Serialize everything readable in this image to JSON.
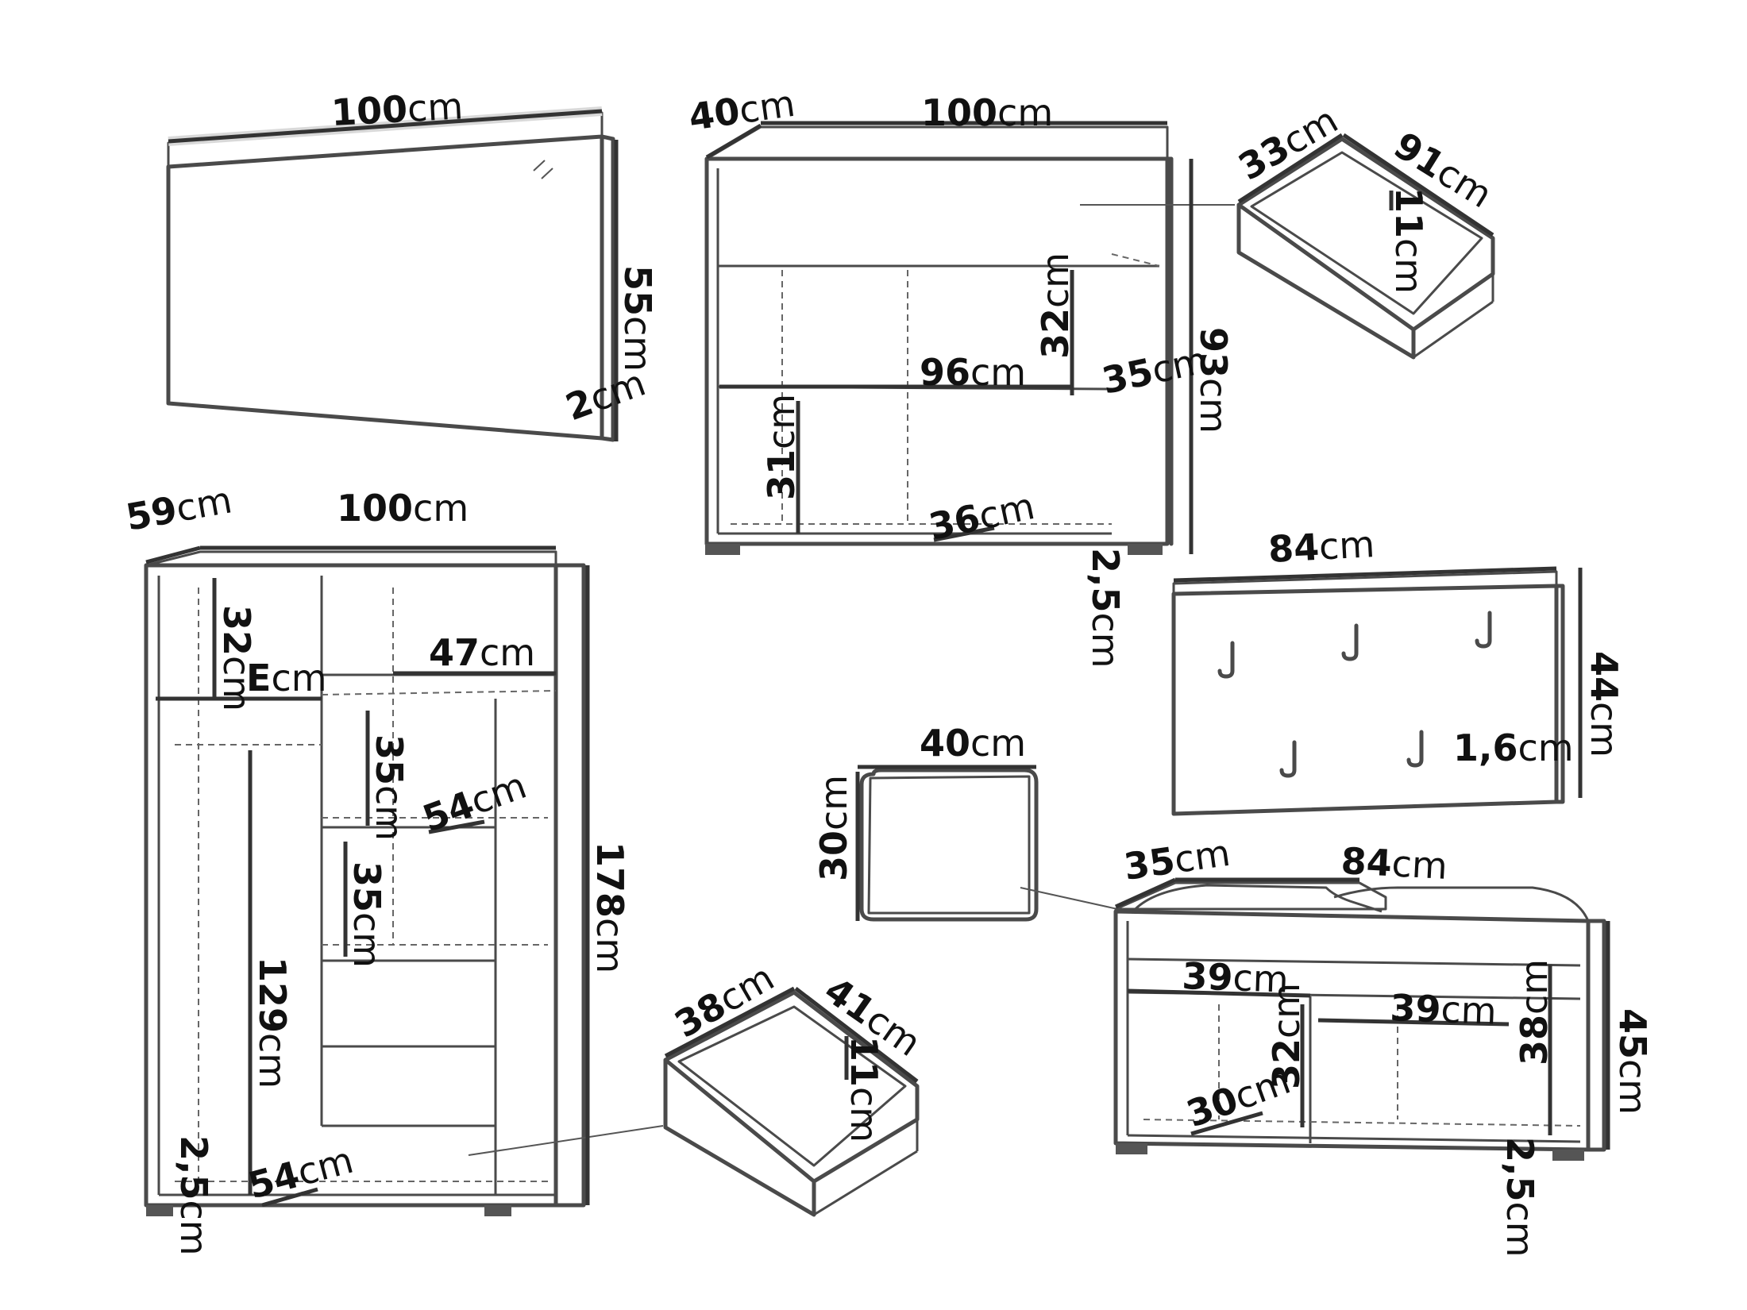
{
  "mirror": {
    "width": "100cm",
    "height": "55cm",
    "depth": "2cm"
  },
  "cabinet": {
    "depth": "40cm",
    "width": "100cm",
    "height": "93cm",
    "shelf_height": "32cm",
    "shelf_width": "96cm",
    "shelf_depth": "35cm",
    "lower_height": "31cm",
    "lower_depth": "36cm",
    "leg": "2,5cm"
  },
  "cabinet_drawer": {
    "depth": "33cm",
    "width": "91cm",
    "height": "11cm"
  },
  "wardrobe": {
    "depth": "59cm",
    "width": "100cm",
    "height": "178cm",
    "top_height": "32cm",
    "top_left": "Ecm",
    "top_right": "47cm",
    "hanging_height": "129cm",
    "shelf_1_height": "35cm",
    "shelf_depth": "54cm",
    "shelf_2_height": "35cm",
    "bottom_depth": "54cm",
    "leg": "2,5cm"
  },
  "wardrobe_drawer": {
    "depth": "38cm",
    "width": "41cm",
    "height": "11cm"
  },
  "hanger_panel": {
    "width": "84cm",
    "height": "44cm",
    "depth": "1,6cm"
  },
  "cushion": {
    "width": "40cm",
    "depth": "30cm"
  },
  "bench": {
    "depth": "35cm",
    "width": "84cm",
    "height": "45cm",
    "inner_height": "38cm",
    "left_width": "39cm",
    "right_width": "39cm",
    "compartment_height": "32cm",
    "compartment_depth": "30cm",
    "leg": "2,5cm"
  }
}
